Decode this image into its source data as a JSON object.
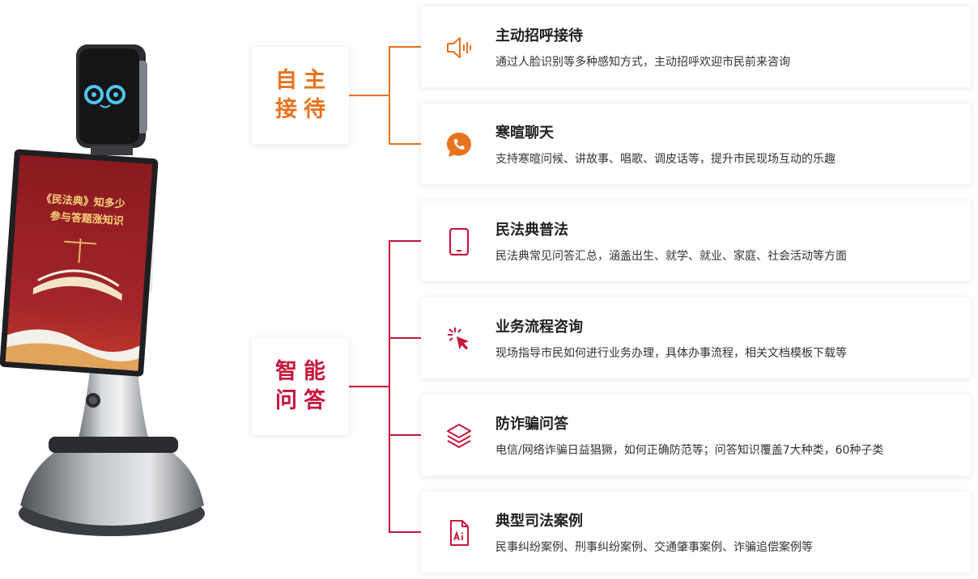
{
  "colors": {
    "orange": "#e8731f",
    "red": "#c8163c"
  },
  "robot": {
    "screen_line1": "《民法典》知多少",
    "screen_line2": "参与答题涨知识"
  },
  "categories": [
    {
      "label": "自主接待"
    },
    {
      "label": "智能问答"
    }
  ],
  "features": [
    {
      "icon": "speaker-icon",
      "title": "主动招呼接待",
      "desc": "通过人脸识别等多种感知方式，主动招呼欢迎市民前来咨询"
    },
    {
      "icon": "phone-chat-icon",
      "title": "寒暄聊天",
      "desc": "支持寒暄问候、讲故事、唱歌、调皮话等，提升市民现场互动的乐趣"
    },
    {
      "icon": "tablet-icon",
      "title": "民法典普法",
      "desc": "民法典常见问答汇总，涵盖出生、就学、就业、家庭、社会活动等方面"
    },
    {
      "icon": "cursor-click-icon",
      "title": "业务流程咨询",
      "desc": "现场指导市民如何进行业务办理，具体办事流程，相关文档模板下载等"
    },
    {
      "icon": "layers-icon",
      "title": "防诈骗问答",
      "desc": "电信/网络诈骗日益猖獗，如何正确防范等；问答知识覆盖7大种类，60种子类"
    },
    {
      "icon": "ai-document-icon",
      "title": "典型司法案例",
      "desc": "民事纠纷案例、刑事纠纷案例、交通肇事案例、诈骗追偿案例等"
    }
  ]
}
